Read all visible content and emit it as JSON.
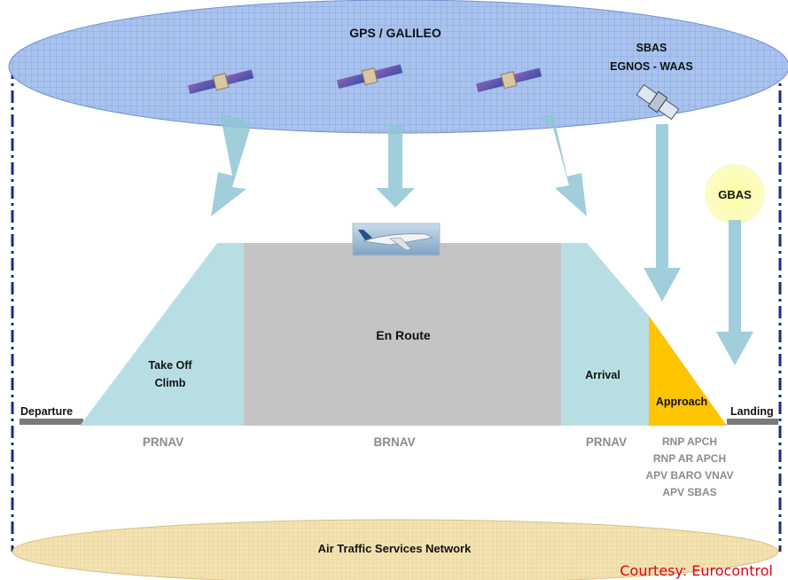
{
  "constellation": {
    "label": "GPS / GALILEO"
  },
  "sbas": {
    "line1": "SBAS",
    "line2": "EGNOS - WAAS"
  },
  "gbas": {
    "label": "GBAS"
  },
  "phases": {
    "departure": "Departure",
    "takeoff_line1": "Take Off",
    "takeoff_line2": "Climb",
    "en_route": "En Route",
    "arrival": "Arrival",
    "approach": "Approach",
    "landing": "Landing"
  },
  "specs": {
    "prnav_left": "PRNAV",
    "brnav": "BRNAV",
    "prnav_right": "PRNAV",
    "approach_specs": [
      "RNP APCH",
      "RNP AR APCH",
      "APV BARO VNAV",
      "APV SBAS"
    ]
  },
  "network": {
    "label": "Air Traffic Services Network"
  },
  "credit": "Courtesy: Eurocontrol",
  "colors": {
    "sky_fill": "#a9c3ee",
    "phase_fill": "#b7dfe3",
    "enroute_fill": "#c4c4c4",
    "approach_fill": "#ffc400",
    "gbas_fill": "#ffffb4",
    "network_fill": "#f4e3b1",
    "credit": "#e0001a"
  }
}
